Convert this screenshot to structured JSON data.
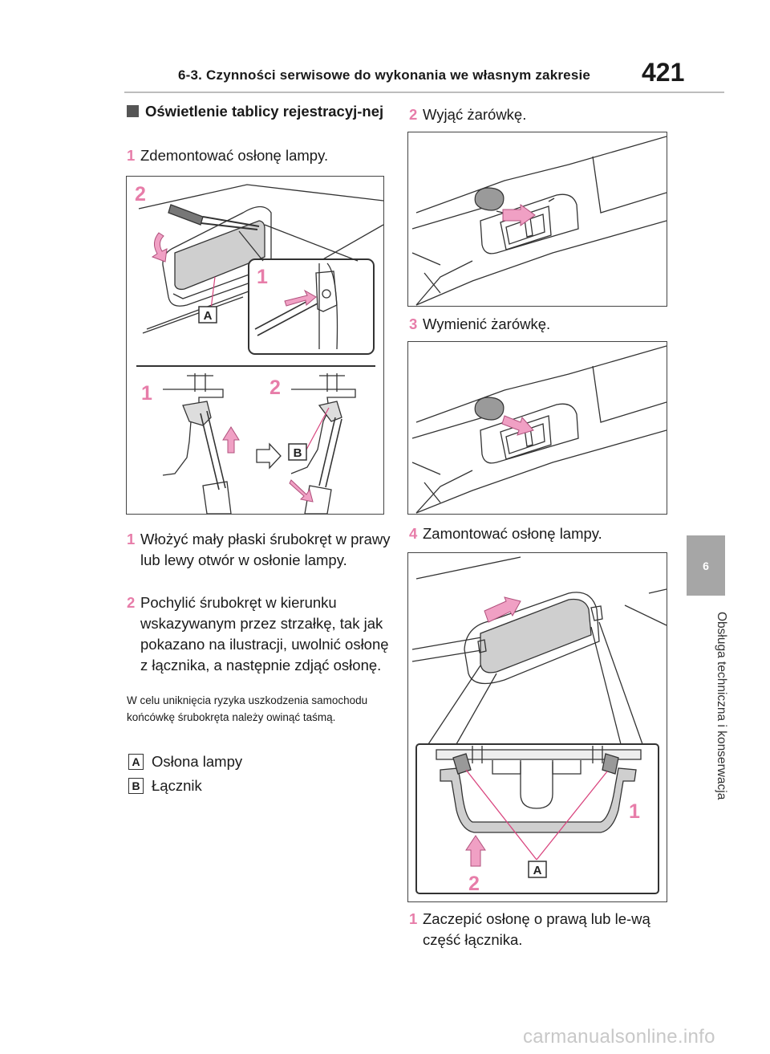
{
  "header": {
    "title": "6-3. Czynności serwisowe do wykonania we własnym zakresie",
    "page_number": "421"
  },
  "side_tab": {
    "chapter_number": "6",
    "chapter_title": "Obsługa techniczna i konserwacja"
  },
  "section": {
    "heading": "Oświetlenie tablicy rejestracyj-nej"
  },
  "left_column": {
    "step1": {
      "num": "1",
      "text": "Zdemontować osłonę lampy."
    },
    "sub1": {
      "num": "1",
      "text": "Włożyć mały płaski śrubokręt w prawy lub lewy otwór w osłonie lampy."
    },
    "sub2": {
      "num": "2",
      "text": "Pochylić śrubokręt w kierunku wskazywanym przez strzałkę, tak jak pokazano na ilustracji, uwolnić osłonę z łącznika, a następnie zdjąć osłonę."
    },
    "note": "W celu uniknięcia ryzyka uszkodzenia samochodu końcówkę śrubokręta należy owinąć taśmą.",
    "legend": [
      {
        "badge": "A",
        "label": "Osłona lampy"
      },
      {
        "badge": "B",
        "label": "Łącznik"
      }
    ]
  },
  "right_column": {
    "step2": {
      "num": "2",
      "text": "Wyjąć żarówkę."
    },
    "step3": {
      "num": "3",
      "text": "Wymienić żarówkę."
    },
    "step4": {
      "num": "4",
      "text": "Zamontować osłonę lampy."
    },
    "sub1": {
      "num": "1",
      "text": "Zaczepić osłonę o prawą lub le-wą część łącznika."
    }
  },
  "figure1": {
    "callout_a": "A",
    "callout_b": "B",
    "num_top_2": "2",
    "num_inset_1": "1",
    "num_bottom_1": "1",
    "num_bottom_2": "2"
  },
  "figure4": {
    "callout_a": "A",
    "num_1": "1",
    "num_2": "2"
  },
  "colors": {
    "accent_pink": "#e77da9",
    "tab_gray": "#a6a6a6",
    "line": "#333333"
  },
  "watermark": "carmanualsonline.info"
}
